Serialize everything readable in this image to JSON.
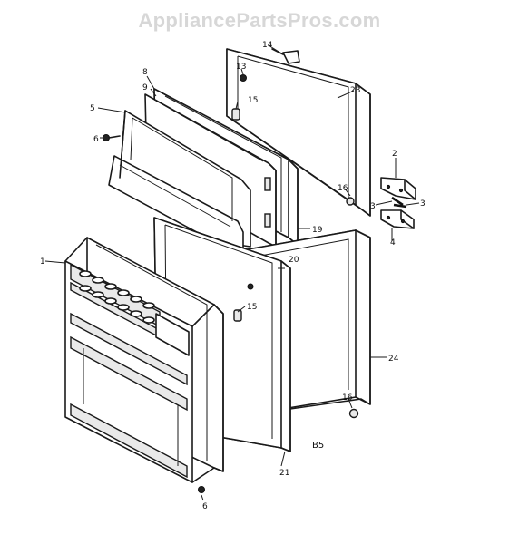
{
  "watermark": "AppliancePartsPros.com",
  "diagram_code": "B5",
  "callouts": {
    "c1": "1",
    "c2": "2",
    "c3a": "3",
    "c3b": "3",
    "c4": "4",
    "c5": "5",
    "c6a": "6",
    "c6b": "6",
    "c8": "8",
    "c9": "9",
    "c13": "13",
    "c14": "14",
    "c15a": "15",
    "c15b": "15",
    "c16a": "16",
    "c16b": "16",
    "c19": "19",
    "c20": "20",
    "c21": "21",
    "c23": "23",
    "c24": "24"
  }
}
